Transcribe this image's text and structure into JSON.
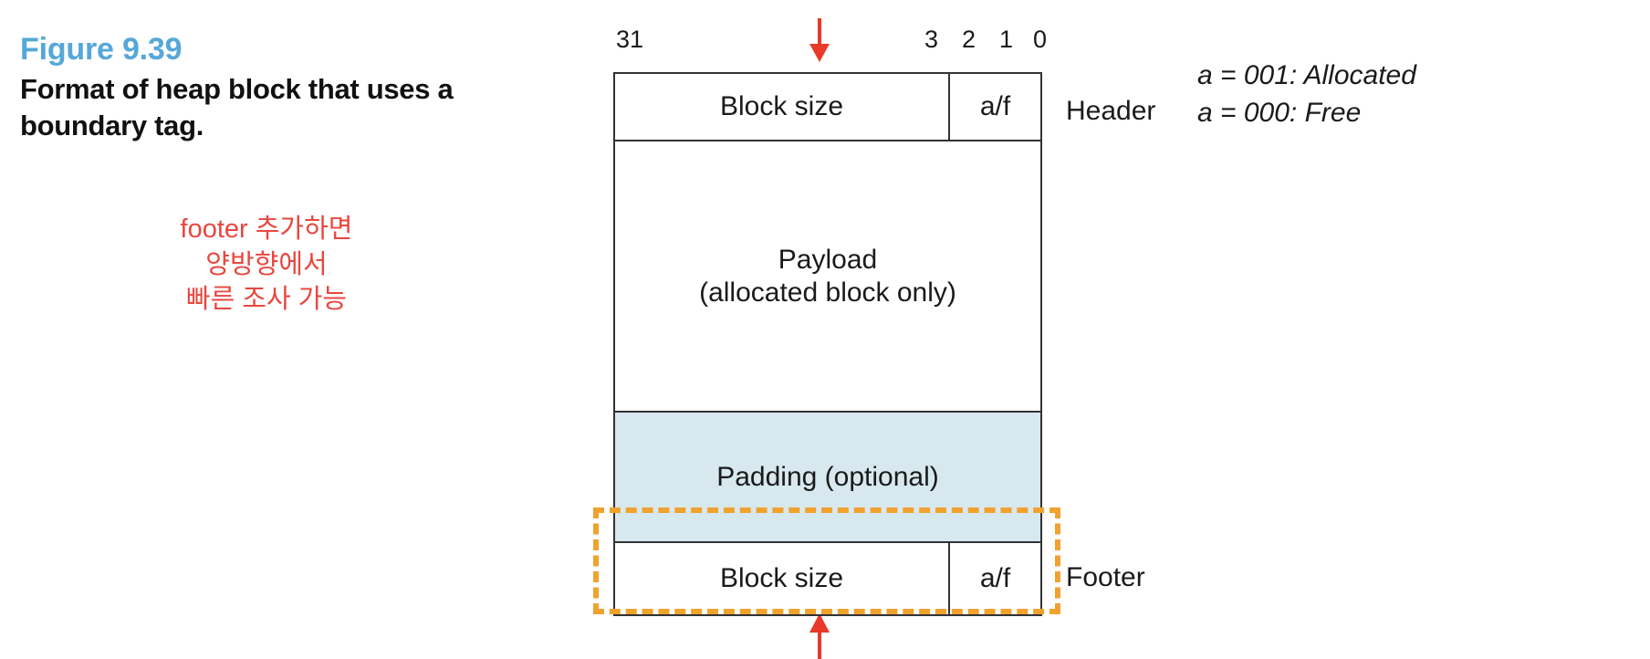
{
  "caption": {
    "figure_number": "Figure 9.39",
    "title": "Format of heap block that uses a boundary tag."
  },
  "annotation": {
    "color": "#e8473f",
    "lines": [
      "footer 추가하면",
      "양방향에서",
      "빠른 조사 가능"
    ]
  },
  "diagram": {
    "bit_labels": {
      "msb": "31",
      "b3": "3",
      "b2": "2",
      "b1": "1",
      "b0": "0"
    },
    "rows": {
      "header": {
        "block_size": "Block size",
        "flag": "a/f",
        "side_label": "Header"
      },
      "payload": {
        "text": "Payload\n(allocated block only)"
      },
      "padding": {
        "text": "Padding (optional)",
        "fill": "#d7e8ef"
      },
      "footer": {
        "block_size": "Block size",
        "flag": "a/f",
        "side_label": "Footer"
      }
    },
    "legend": {
      "allocated": "a = 001: Allocated",
      "free": "a = 000: Free"
    },
    "colors": {
      "arrow": "#e8392b",
      "boundary_dashed": "#f0a22e",
      "figure_number": "#55a8d8",
      "block_outline": "#333333"
    }
  }
}
